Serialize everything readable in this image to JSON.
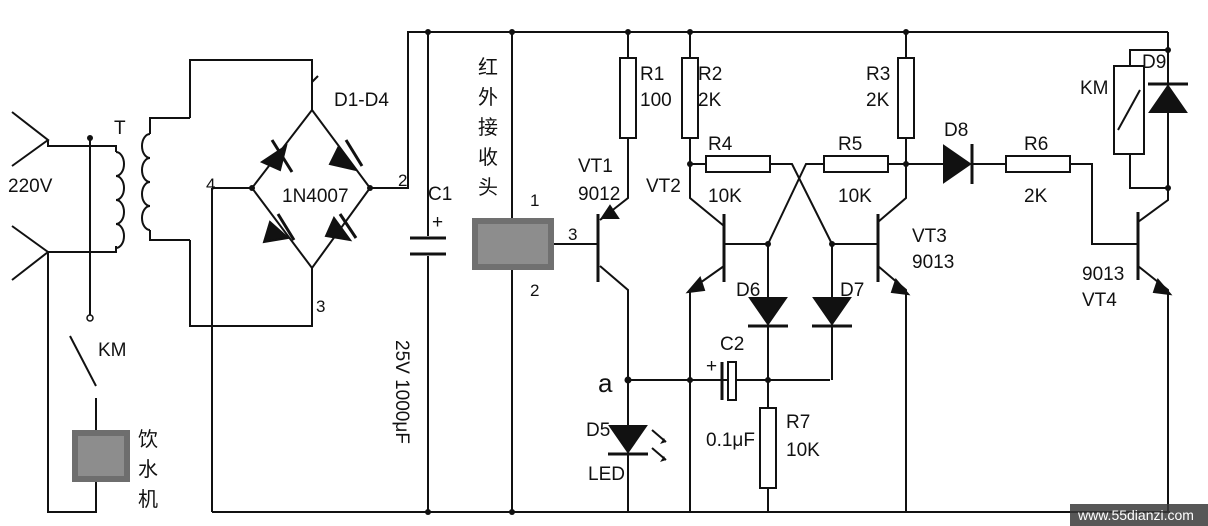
{
  "mains": {
    "voltage": "220V",
    "transformer": "T",
    "switch": "KM",
    "load_chars": [
      "饮",
      "水",
      "机"
    ]
  },
  "bridge": {
    "ref": "D1-D4",
    "part": "1N4007",
    "nodes": [
      "4",
      "2",
      "3"
    ]
  },
  "c1": {
    "ref": "C1",
    "polarity": "+",
    "value": "25V  1000μF"
  },
  "ir_receiver": {
    "chars": [
      "红",
      "外",
      "接",
      "收",
      "头"
    ],
    "pins": [
      "1",
      "2",
      "3"
    ]
  },
  "resistors": {
    "r1": {
      "ref": "R1",
      "value": "100"
    },
    "r2": {
      "ref": "R2",
      "value": "2K"
    },
    "r3": {
      "ref": "R3",
      "value": "2K"
    },
    "r4": {
      "ref": "R4",
      "value": "10K"
    },
    "r5": {
      "ref": "R5",
      "value": "10K"
    },
    "r6": {
      "ref": "R6",
      "value": "2K"
    },
    "r7": {
      "ref": "R7",
      "value": "10K"
    }
  },
  "transistors": {
    "vt1": {
      "ref": "VT1",
      "part": "9012"
    },
    "vt2": {
      "ref": "VT2"
    },
    "vt3": {
      "ref": "VT3",
      "part": "9013"
    },
    "vt4": {
      "ref": "VT4",
      "part": "9013"
    }
  },
  "diodes": {
    "d5": "D5",
    "d5_type": "LED",
    "d6": "D6",
    "d7": "D7",
    "d8": "D8",
    "d9": "D9"
  },
  "c2": {
    "ref": "C2",
    "polarity": "+",
    "value": "0.1μF"
  },
  "relay": {
    "ref": "KM"
  },
  "node_a": "a",
  "watermark": "www.55dianzi.com"
}
